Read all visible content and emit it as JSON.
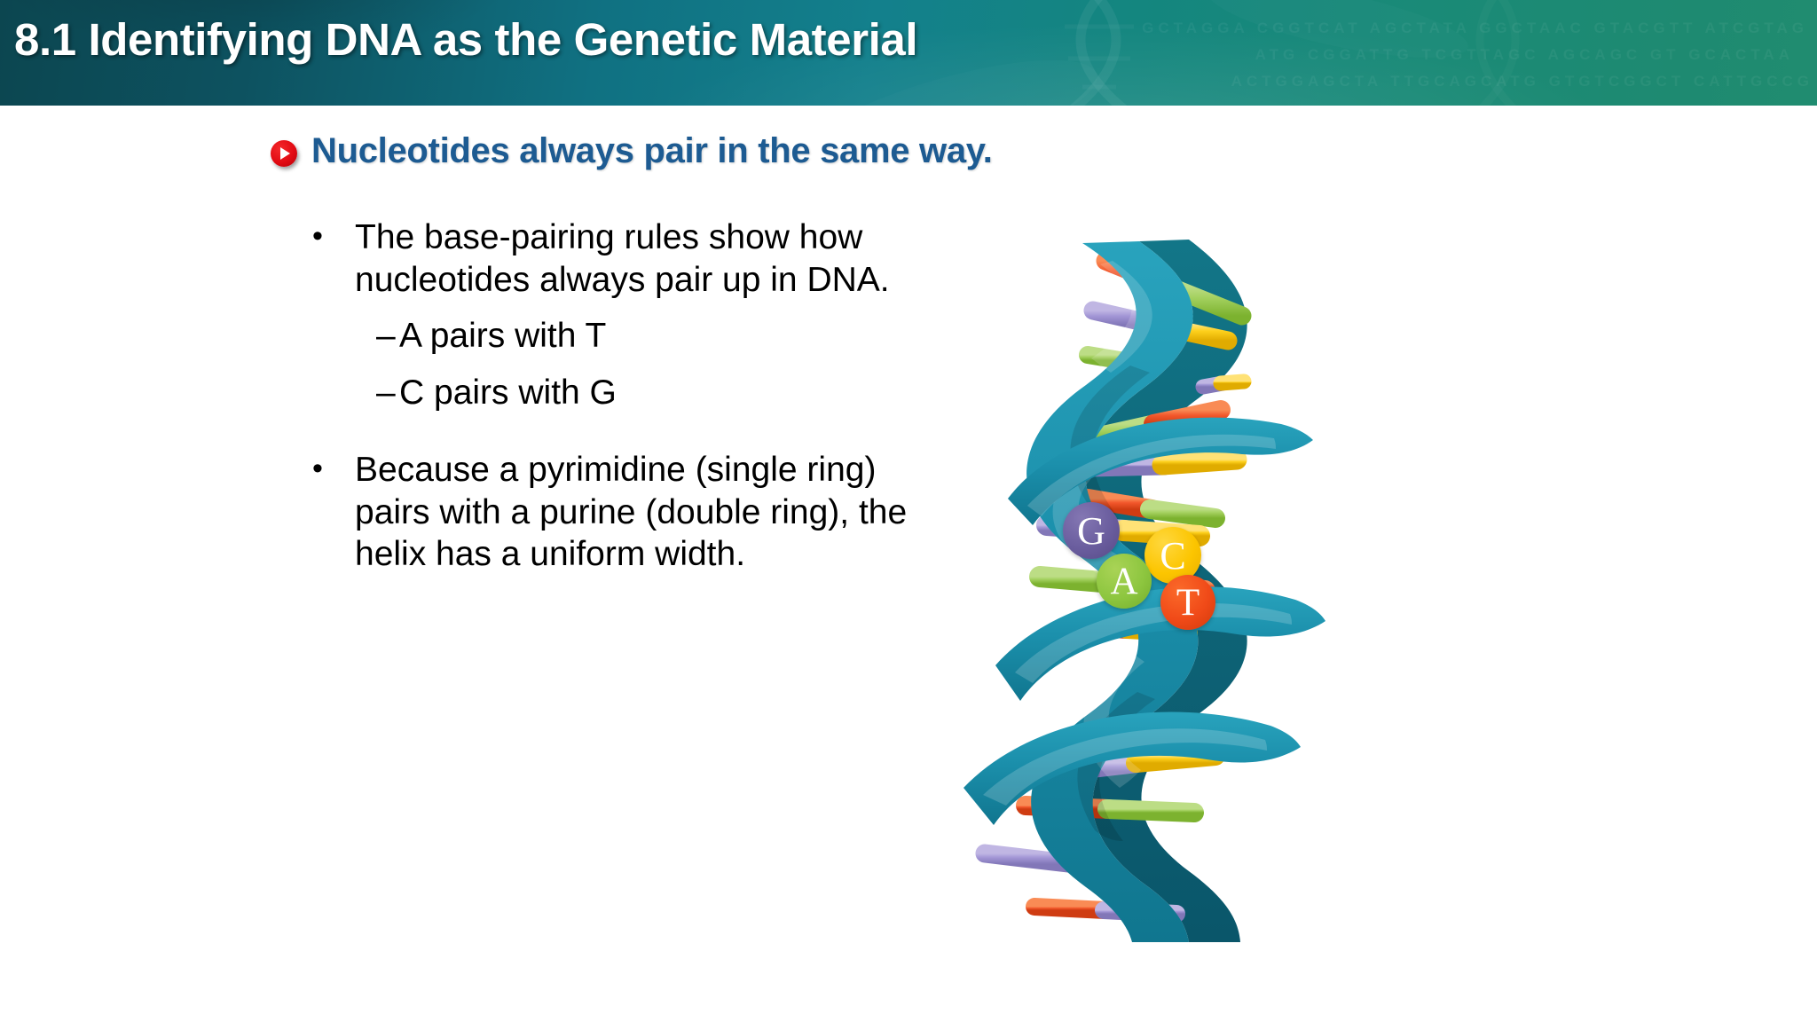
{
  "header": {
    "title": "8.1 Identifying DNA as the Genetic Material",
    "gradient_left": "#0c4650",
    "gradient_right": "#208c70",
    "watermark": "dna-helix-watermark",
    "texture_rows": [
      "GCTAGGA CGGTCAT AGCTATA GGCTAAC  GTACGTT ATCGTAG",
      "ATG CGGATTG TCGTTAGC AGCAGC GT GCACTAA",
      "ACTGGAGCTA TTGCAGCATG GTGTCGGCT CATTGCCG"
    ]
  },
  "section": {
    "bullet_icon": "play-circle-icon",
    "bullet_icon_color": "#e20b13",
    "heading": "Nucleotides always pair in the same way.",
    "heading_color": "#1d5b92"
  },
  "content": {
    "bullet_char": "•",
    "dash_char": "–",
    "blocks": [
      {
        "text": "The base-pairing rules show how nucleotides always pair up in DNA.",
        "sub_items": [
          "A pairs with T",
          "C pairs with G"
        ]
      },
      {
        "text": "Because a pyrimidine (single ring) pairs with a purine (double ring), the helix has a uniform width.",
        "sub_items": []
      }
    ]
  },
  "figure": {
    "name": "dna-double-helix-illustration",
    "backbone_color": "#1b8fab",
    "backbone_shadow_color": "#0f6d85",
    "rung_colors": {
      "adenine": "#8dc63f",
      "thymine": "#f0522a",
      "guanine": "#9b8fd0",
      "cytosine": "#fccf19"
    },
    "labels": [
      {
        "letter": "G",
        "base": "guanine",
        "color": "#6a5d9e"
      },
      {
        "letter": "C",
        "base": "cytosine",
        "color": "#fcc500"
      },
      {
        "letter": "A",
        "base": "adenine",
        "color": "#8dc63f"
      },
      {
        "letter": "T",
        "base": "thymine",
        "color": "#f04a18"
      }
    ]
  }
}
